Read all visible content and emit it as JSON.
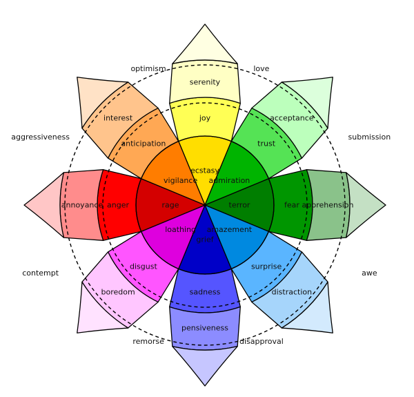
{
  "petals": [
    {
      "id": "joy",
      "labels": [
        "ecstasy",
        "joy",
        "serenity"
      ],
      "colors": [
        "#ffde00",
        "#ffff55",
        "#ffffc4"
      ]
    },
    {
      "id": "trust",
      "labels": [
        "admiration",
        "trust",
        "acceptance"
      ],
      "colors": [
        "#00b400",
        "#55e355",
        "#bcffbc"
      ]
    },
    {
      "id": "fear",
      "labels": [
        "terror",
        "fear",
        "apprehension"
      ],
      "colors": [
        "#007e00",
        "#009600",
        "#8ac28a"
      ]
    },
    {
      "id": "surprise",
      "labels": [
        "amazement",
        "surprise",
        "distraction"
      ],
      "colors": [
        "#0089e0",
        "#5ab5ff",
        "#a6d5fb"
      ]
    },
    {
      "id": "sadness",
      "labels": [
        "grief",
        "sadness",
        "pensiveness"
      ],
      "colors": [
        "#0000c8",
        "#5555ff",
        "#8c8cff"
      ]
    },
    {
      "id": "disgust",
      "labels": [
        "loathing",
        "disgust",
        "boredom"
      ],
      "colors": [
        "#de00de",
        "#ff55ff",
        "#ffc6ff"
      ]
    },
    {
      "id": "anger",
      "labels": [
        "rage",
        "anger",
        "annoyance"
      ],
      "colors": [
        "#d40000",
        "#ff0000",
        "#ff8c8c"
      ]
    },
    {
      "id": "anticipation",
      "labels": [
        "vigilance",
        "anticipation",
        "interest"
      ],
      "colors": [
        "#ff7d00",
        "#ffa854",
        "#ffc48c"
      ]
    }
  ],
  "tip_colors": [
    "#ffffe2",
    "#dcffdc",
    "#c4e0c4",
    "#d3eafd",
    "#c6c6ff",
    "#ffe2ff",
    "#ffc6c6",
    "#ffe2c6"
  ],
  "dyads": [
    "love",
    "submission",
    "awe",
    "disapproval",
    "remorse",
    "contempt",
    "aggressiveness",
    "optimism"
  ]
}
